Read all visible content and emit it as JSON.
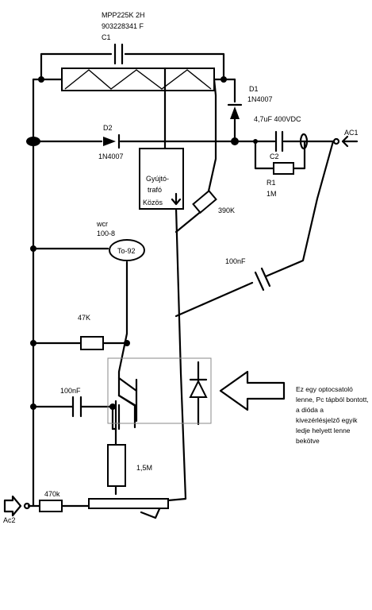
{
  "labels": {
    "c1_part": "MPP225K 2H",
    "c1_code": "903228341 F",
    "c1": "C1",
    "d1": "D1",
    "d1_part": "1N4007",
    "d2": "D2",
    "d2_part": "1N4007",
    "c2_value": "4,7uF 400VDC",
    "c2": "C2",
    "r1": "R1",
    "r1_value": "1M",
    "ac1": "AC1",
    "ac2": "Ac2",
    "transformer_line1": "Gyújtó-",
    "transformer_line2": "trafó",
    "transformer_common": "Közös",
    "r390k": "390K",
    "wcr_line1": "wcr",
    "wcr_line2": "100-8",
    "to92": "To-92",
    "cap100nf_right": "100nF",
    "r47k": "47K",
    "cap100nf_left": "100nF",
    "r15m": "1,5M",
    "r470k": "470k",
    "note": "Ez egy optocsatoló lenne, Pc tápból bontott, a dióda a kivezérlésjelző egyik ledje helyett lenne bekötve"
  }
}
